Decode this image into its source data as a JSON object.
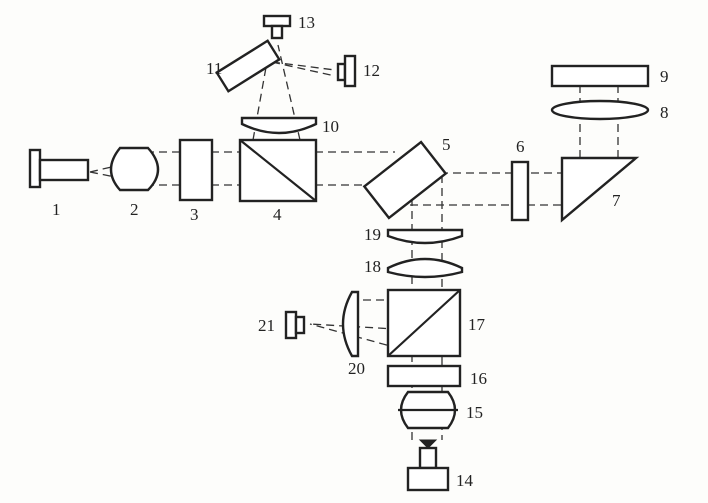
{
  "diagram": {
    "labels": {
      "l1": "1",
      "l2": "2",
      "l3": "3",
      "l4": "4",
      "l5": "5",
      "l6": "6",
      "l7": "7",
      "l8": "8",
      "l9": "9",
      "l10": "10",
      "l11": "11",
      "l12": "12",
      "l13": "13",
      "l14": "14",
      "l15": "15",
      "l16": "16",
      "l17": "17",
      "l18": "18",
      "l19": "19",
      "l20": "20",
      "l21": "21"
    },
    "colors": {
      "ink": "#222222",
      "paper": "#fdfdfb"
    }
  }
}
